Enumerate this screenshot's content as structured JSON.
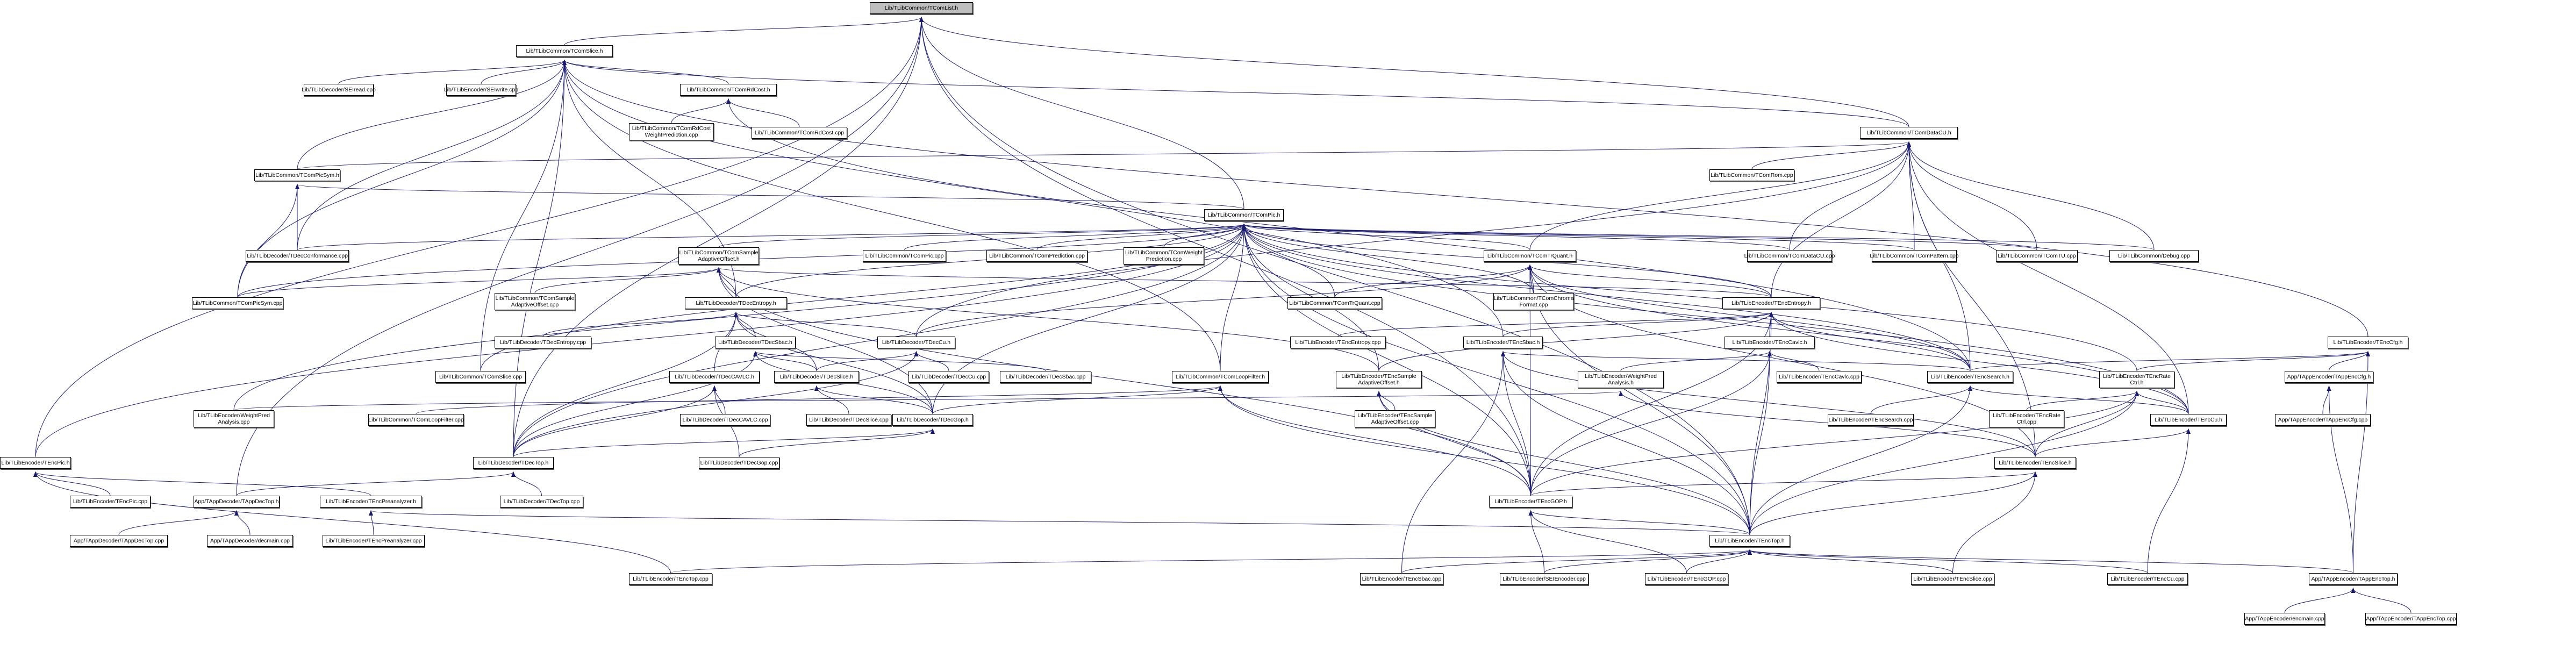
{
  "graph": {
    "type": "include-dependency-graph",
    "root": "Lib/TLibCommon/TComList.h",
    "edge_color": "#191970",
    "nodes": [
      {
        "id": "TComList_h",
        "label": "Lib/TLibCommon/TComList.h",
        "root": true
      },
      {
        "id": "TComSlice_h",
        "label": "Lib/TLibCommon/TComSlice.h"
      },
      {
        "id": "SEIread_cpp",
        "label": "Lib/TLibDecoder/SEIread.cpp"
      },
      {
        "id": "SEIwrite_cpp",
        "label": "Lib/TLibEncoder/SEIwrite.cpp"
      },
      {
        "id": "TComRdCost_h",
        "label": "Lib/TLibCommon/TComRdCost.h"
      },
      {
        "id": "TComRdCostWP_cpp",
        "label": "Lib/TLibCommon/TComRdCost\nWeightPrediction.cpp"
      },
      {
        "id": "TComRdCost_cpp",
        "label": "Lib/TLibCommon/TComRdCost.cpp"
      },
      {
        "id": "TComDataCU_h",
        "label": "Lib/TLibCommon/TComDataCU.h"
      },
      {
        "id": "TComRom_cpp",
        "label": "Lib/TLibCommon/TComRom.cpp"
      },
      {
        "id": "TComPicSym_h",
        "label": "Lib/TLibCommon/TComPicSym.h"
      },
      {
        "id": "TComPic_h",
        "label": "Lib/TLibCommon/TComPic.h"
      },
      {
        "id": "TDecConformance_cpp",
        "label": "Lib/TLibDecoder/TDecConformance.cpp"
      },
      {
        "id": "TComSAO_h",
        "label": "Lib/TLibCommon/TComSample\nAdaptiveOffset.h"
      },
      {
        "id": "TComPic_cpp",
        "label": "Lib/TLibCommon/TComPic.cpp"
      },
      {
        "id": "TComPrediction_cpp",
        "label": "Lib/TLibCommon/TComPrediction.cpp"
      },
      {
        "id": "TComWeightPrediction_cpp",
        "label": "Lib/TLibCommon/TComWeight\nPrediction.cpp"
      },
      {
        "id": "TComTrQuant_h",
        "label": "Lib/TLibCommon/TComTrQuant.h"
      },
      {
        "id": "TComDataCU_cpp",
        "label": "Lib/TLibCommon/TComDataCU.cpp"
      },
      {
        "id": "TComPattern_cpp",
        "label": "Lib/TLibCommon/TComPattern.cpp"
      },
      {
        "id": "TComTU_cpp",
        "label": "Lib/TLibCommon/TComTU.cpp"
      },
      {
        "id": "Debug_cpp",
        "label": "Lib/TLibCommon/Debug.cpp"
      },
      {
        "id": "TComPicSym_cpp",
        "label": "Lib/TLibCommon/TComPicSym.cpp"
      },
      {
        "id": "TComSAO_cpp",
        "label": "Lib/TLibCommon/TComSample\nAdaptiveOffset.cpp"
      },
      {
        "id": "TDecEntropy_h",
        "label": "Lib/TLibDecoder/TDecEntropy.h"
      },
      {
        "id": "TComTrQuant_cpp",
        "label": "Lib/TLibCommon/TComTrQuant.cpp"
      },
      {
        "id": "TComChromaFormat_cpp",
        "label": "Lib/TLibCommon/TComChroma\nFormat.cpp"
      },
      {
        "id": "TEncEntropy_h",
        "label": "Lib/TLibEncoder/TEncEntropy.h"
      },
      {
        "id": "TDecEntropy_cpp",
        "label": "Lib/TLibDecoder/TDecEntropy.cpp"
      },
      {
        "id": "TDecCu_h",
        "label": "Lib/TLibDecoder/TDecCu.h"
      },
      {
        "id": "TEncEntropy_cpp",
        "label": "Lib/TLibEncoder/TEncEntropy.cpp"
      },
      {
        "id": "TEncSbac_h",
        "label": "Lib/TLibEncoder/TEncSbac.h"
      },
      {
        "id": "TEncCavlc_h",
        "label": "Lib/TLibEncoder/TEncCavlc.h"
      },
      {
        "id": "TEncCfg_h",
        "label": "Lib/TLibEncoder/TEncCfg.h"
      },
      {
        "id": "TDecSbac_h",
        "label": "Lib/TLibDecoder/TDecSbac.h"
      },
      {
        "id": "TComSlice_cpp",
        "label": "Lib/TLibCommon/TComSlice.cpp"
      },
      {
        "id": "TDecCu_cpp",
        "label": "Lib/TLibDecoder/TDecCu.cpp"
      },
      {
        "id": "TDecSbac_cpp",
        "label": "Lib/TLibDecoder/TDecSbac.cpp"
      },
      {
        "id": "TEncSAO_h",
        "label": "Lib/TLibEncoder/TEncSample\nAdaptiveOffset.h"
      },
      {
        "id": "TEncWeightPred_h",
        "label": "Lib/TLibEncoder/WeightPred\nAnalysis.h"
      },
      {
        "id": "TEncCavlc_cpp",
        "label": "Lib/TLibEncoder/TEncCavlc.cpp"
      },
      {
        "id": "TEncSearch_h",
        "label": "Lib/TLibEncoder/TEncSearch.h"
      },
      {
        "id": "TEncRateCtrl_h",
        "label": "Lib/TLibEncoder/TEncRate\nCtrl.h"
      },
      {
        "id": "TAppEncCfg_h",
        "label": "App/TAppEncoder/TAppEncCfg.h"
      },
      {
        "id": "TDecCAVLC_h",
        "label": "Lib/TLibDecoder/TDecCAVLC.h"
      },
      {
        "id": "TDecSlice_h",
        "label": "Lib/TLibDecoder/TDecSlice.h"
      },
      {
        "id": "TComLoopFilter_h",
        "label": "Lib/TLibCommon/TComLoopFilter.h"
      },
      {
        "id": "WeightPredAnalysis_cpp",
        "label": "Lib/TLibEncoder/WeightPred\nAnalysis.cpp"
      },
      {
        "id": "TComLoopFilter_cpp",
        "label": "Lib/TLibCommon/TComLoopFilter.cpp"
      },
      {
        "id": "TDecCAVLC_cpp",
        "label": "Lib/TLibDecoder/TDecCAVLC.cpp"
      },
      {
        "id": "TDecSlice_cpp",
        "label": "Lib/TLibDecoder/TDecSlice.cpp"
      },
      {
        "id": "TDecGop_h",
        "label": "Lib/TLibDecoder/TDecGop.h"
      },
      {
        "id": "TEncSAO_cpp",
        "label": "Lib/TLibEncoder/TEncSample\nAdaptiveOffset.cpp"
      },
      {
        "id": "TEncSearch_cpp",
        "label": "Lib/TLibEncoder/TEncSearch.cpp"
      },
      {
        "id": "TEncRateCtrl_cpp",
        "label": "Lib/TLibEncoder/TEncRate\nCtrl.cpp"
      },
      {
        "id": "TEncCu_h",
        "label": "Lib/TLibEncoder/TEncCu.h"
      },
      {
        "id": "TAppEncCfg_cpp",
        "label": "App/TAppEncoder/TAppEncCfg.cpp"
      },
      {
        "id": "TEncPic_h",
        "label": "Lib/TLibEncoder/TEncPic.h"
      },
      {
        "id": "TDecTop_h",
        "label": "Lib/TLibDecoder/TDecTop.h"
      },
      {
        "id": "TDecGop_cpp",
        "label": "Lib/TLibDecoder/TDecGop.cpp"
      },
      {
        "id": "TEncSlice_h",
        "label": "Lib/TLibEncoder/TEncSlice.h"
      },
      {
        "id": "TEncPic_cpp",
        "label": "Lib/TLibEncoder/TEncPic.cpp"
      },
      {
        "id": "TAppDecTop_h",
        "label": "App/TAppDecoder/TAppDecTop.h"
      },
      {
        "id": "TEncPreanalyzer_h",
        "label": "Lib/TLibEncoder/TEncPreanalyzer.h"
      },
      {
        "id": "TDecTop_cpp",
        "label": "Lib/TLibDecoder/TDecTop.cpp"
      },
      {
        "id": "TEncGOP_h",
        "label": "Lib/TLibEncoder/TEncGOP.h"
      },
      {
        "id": "TAppDecTop_cpp",
        "label": "App/TAppDecoder/TAppDecTop.cpp"
      },
      {
        "id": "decmain_cpp",
        "label": "App/TAppDecoder/decmain.cpp"
      },
      {
        "id": "TEncPreanalyzer_cpp",
        "label": "Lib/TLibEncoder/TEncPreanalyzer.cpp"
      },
      {
        "id": "TEncTop_h",
        "label": "Lib/TLibEncoder/TEncTop.h"
      },
      {
        "id": "TEncTop_cpp",
        "label": "Lib/TLibEncoder/TEncTop.cpp"
      },
      {
        "id": "TEncSbac_cpp",
        "label": "Lib/TLibEncoder/TEncSbac.cpp"
      },
      {
        "id": "SEIEncoder_cpp",
        "label": "Lib/TLibEncoder/SEIEncoder.cpp"
      },
      {
        "id": "TEncGOP_cpp",
        "label": "Lib/TLibEncoder/TEncGOP.cpp"
      },
      {
        "id": "TEncSlice_cpp",
        "label": "Lib/TLibEncoder/TEncSlice.cpp"
      },
      {
        "id": "TEncCu_cpp",
        "label": "Lib/TLibEncoder/TEncCu.cpp"
      },
      {
        "id": "TAppEncTop_h",
        "label": "App/TAppEncoder/TAppEncTop.h"
      },
      {
        "id": "encmain_cpp",
        "label": "App/TAppEncoder/encmain.cpp"
      },
      {
        "id": "TAppEncTop_cpp",
        "label": "App/TAppEncoder/TAppEncTop.cpp"
      }
    ],
    "edges": [
      [
        "TComSlice_h",
        "TComList_h"
      ],
      [
        "TComPic_h",
        "TComList_h"
      ],
      [
        "TEncTop_h",
        "TComList_h"
      ],
      [
        "TDecTop_h",
        "TComList_h"
      ],
      [
        "TComDataCU_h",
        "TComList_h"
      ],
      [
        "TEncGOP_h",
        "TComList_h"
      ],
      [
        "TAppDecTop_h",
        "TComList_h"
      ],
      [
        "TEncPic_h",
        "TComList_h"
      ],
      [
        "SEIread_cpp",
        "TComSlice_h"
      ],
      [
        "SEIwrite_cpp",
        "TComSlice_h"
      ],
      [
        "TComRdCost_h",
        "TComSlice_h"
      ],
      [
        "TComDataCU_h",
        "TComSlice_h"
      ],
      [
        "TComPicSym_h",
        "TComSlice_h"
      ],
      [
        "TDecConformance_cpp",
        "TComSlice_h"
      ],
      [
        "TComPicSym_cpp",
        "TComSlice_h"
      ],
      [
        "TComSlice_cpp",
        "TComSlice_h"
      ],
      [
        "TDecEntropy_h",
        "TComSlice_h"
      ],
      [
        "TEncCfg_h",
        "TComSlice_h"
      ],
      [
        "TDecTop_h",
        "TComSlice_h"
      ],
      [
        "TEncSbac_h",
        "TComSlice_h"
      ],
      [
        "TComLoopFilter_h",
        "TComSlice_h"
      ],
      [
        "TComRdCostWP_cpp",
        "TComRdCost_h"
      ],
      [
        "TComRdCost_cpp",
        "TComRdCost_h"
      ],
      [
        "TEncSearch_h",
        "TComRdCost_h"
      ],
      [
        "TComRom_cpp",
        "TComDataCU_h"
      ],
      [
        "TComPicSym_h",
        "TComDataCU_h"
      ],
      [
        "TComTrQuant_h",
        "TComDataCU_h"
      ],
      [
        "TComDataCU_cpp",
        "TComDataCU_h"
      ],
      [
        "TComPattern_cpp",
        "TComDataCU_h"
      ],
      [
        "TComTU_cpp",
        "TComDataCU_h"
      ],
      [
        "Debug_cpp",
        "TComDataCU_h"
      ],
      [
        "TEncEntropy_h",
        "TComDataCU_h"
      ],
      [
        "TDecCu_h",
        "TComDataCU_h"
      ],
      [
        "TEncSearch_h",
        "TComDataCU_h"
      ],
      [
        "TEncCu_h",
        "TComDataCU_h"
      ],
      [
        "TEncSlice_h",
        "TComDataCU_h"
      ],
      [
        "TComPic_h",
        "TComPicSym_h"
      ],
      [
        "TDecConformance_cpp",
        "TComPicSym_h"
      ],
      [
        "TComPicSym_cpp",
        "TComPicSym_h"
      ],
      [
        "TDecConformance_cpp",
        "TComPic_h"
      ],
      [
        "TComSAO_h",
        "TComPic_h"
      ],
      [
        "TComPic_cpp",
        "TComPic_h"
      ],
      [
        "TComPrediction_cpp",
        "TComPic_h"
      ],
      [
        "TComWeightPrediction_cpp",
        "TComPic_h"
      ],
      [
        "TComTrQuant_h",
        "TComPic_h"
      ],
      [
        "TComDataCU_cpp",
        "TComPic_h"
      ],
      [
        "TComPattern_cpp",
        "TComPic_h"
      ],
      [
        "TComTU_cpp",
        "TComPic_h"
      ],
      [
        "Debug_cpp",
        "TComPic_h"
      ],
      [
        "TComPicSym_cpp",
        "TComPic_h"
      ],
      [
        "TDecEntropy_h",
        "TComPic_h"
      ],
      [
        "TComTrQuant_cpp",
        "TComPic_h"
      ],
      [
        "TComChromaFormat_cpp",
        "TComPic_h"
      ],
      [
        "TEncEntropy_h",
        "TComPic_h"
      ],
      [
        "TComSlice_cpp",
        "TComPic_h"
      ],
      [
        "TEncSAO_h",
        "TComPic_h"
      ],
      [
        "TComLoopFilter_h",
        "TComPic_h"
      ],
      [
        "TDecGop_h",
        "TComPic_h"
      ],
      [
        "TEncGOP_h",
        "TComPic_h"
      ],
      [
        "TEncSearch_h",
        "TComPic_h"
      ],
      [
        "TEncCu_h",
        "TComPic_h"
      ],
      [
        "TEncPic_h",
        "TComPic_h"
      ],
      [
        "TEncRateCtrl_h",
        "TComPic_h"
      ],
      [
        "TEncTop_h",
        "TComPic_h"
      ],
      [
        "WeightPredAnalysis_cpp",
        "TComPic_h"
      ],
      [
        "TDecTop_h",
        "TComPic_h"
      ],
      [
        "TComPicSym_cpp",
        "TComSAO_h"
      ],
      [
        "TComSAO_cpp",
        "TComSAO_h"
      ],
      [
        "TDecEntropy_h",
        "TComSAO_h"
      ],
      [
        "TEncSAO_h",
        "TComSAO_h"
      ],
      [
        "TEncEntropy_h",
        "TComSAO_h"
      ],
      [
        "TDecGop_h",
        "TComSAO_h"
      ],
      [
        "TEncGOP_h",
        "TComSAO_h"
      ],
      [
        "TComTrQuant_cpp",
        "TComTrQuant_h"
      ],
      [
        "TComChromaFormat_cpp",
        "TComTrQuant_h"
      ],
      [
        "TEncEntropy_h",
        "TComTrQuant_h"
      ],
      [
        "TDecCu_h",
        "TComTrQuant_h"
      ],
      [
        "TEncSearch_h",
        "TComTrQuant_h"
      ],
      [
        "TEncCu_h",
        "TComTrQuant_h"
      ],
      [
        "TEncSlice_h",
        "TComTrQuant_h"
      ],
      [
        "TEncTop_h",
        "TComTrQuant_h"
      ],
      [
        "TEncGOP_h",
        "TComTrQuant_h"
      ],
      [
        "TDecEntropy_cpp",
        "TDecEntropy_h"
      ],
      [
        "TDecCu_h",
        "TDecEntropy_h"
      ],
      [
        "TDecSbac_h",
        "TDecEntropy_h"
      ],
      [
        "TDecCAVLC_h",
        "TDecEntropy_h"
      ],
      [
        "TDecSlice_h",
        "TDecEntropy_h"
      ],
      [
        "TDecTop_h",
        "TDecEntropy_h"
      ],
      [
        "TDecGop_h",
        "TDecEntropy_h"
      ],
      [
        "TEncEntropy_cpp",
        "TEncEntropy_h"
      ],
      [
        "TEncSbac_h",
        "TEncEntropy_h"
      ],
      [
        "TEncCavlc_h",
        "TEncEntropy_h"
      ],
      [
        "TEncSAO_h",
        "TEncEntropy_h"
      ],
      [
        "TEncSearch_h",
        "TEncEntropy_h"
      ],
      [
        "TEncGOP_h",
        "TEncEntropy_h"
      ],
      [
        "TEncTop_h",
        "TEncEntropy_h"
      ],
      [
        "TEncCu_h",
        "TEncEntropy_h"
      ],
      [
        "TDecCu_cpp",
        "TDecCu_h"
      ],
      [
        "TDecSlice_h",
        "TDecCu_h"
      ],
      [
        "TDecTop_h",
        "TDecCu_h"
      ],
      [
        "TDecSbac_cpp",
        "TDecSbac_h"
      ],
      [
        "TDecSlice_h",
        "TDecSbac_h"
      ],
      [
        "TDecGop_h",
        "TDecSbac_h"
      ],
      [
        "TDecTop_h",
        "TDecSbac_h"
      ],
      [
        "TEncSbac_cpp",
        "TEncSbac_h"
      ],
      [
        "TEncSearch_h",
        "TEncSbac_h"
      ],
      [
        "TEncGOP_h",
        "TEncSbac_h"
      ],
      [
        "TEncTop_h",
        "TEncSbac_h"
      ],
      [
        "TEncSlice_h",
        "TEncSbac_h"
      ],
      [
        "TEncCavlc_cpp",
        "TEncCavlc_h"
      ],
      [
        "TEncWeightPred_h",
        "TEncCavlc_h"
      ],
      [
        "TEncGOP_h",
        "TEncCavlc_h"
      ],
      [
        "TEncTop_h",
        "TEncCavlc_h"
      ],
      [
        "TDecCAVLC_cpp",
        "TDecCAVLC_h"
      ],
      [
        "TDecTop_h",
        "TDecCAVLC_h"
      ],
      [
        "TDecGop_cpp",
        "TDecCAVLC_h"
      ],
      [
        "TDecSlice_cpp",
        "TDecSlice_h"
      ],
      [
        "TDecGop_h",
        "TDecSlice_h"
      ],
      [
        "TComLoopFilter_cpp",
        "TComLoopFilter_h"
      ],
      [
        "TDecGop_h",
        "TComLoopFilter_h"
      ],
      [
        "TEncGOP_h",
        "TComLoopFilter_h"
      ],
      [
        "TEncTop_h",
        "TComLoopFilter_h"
      ],
      [
        "TEncSAO_cpp",
        "TEncSAO_h"
      ],
      [
        "TEncGOP_h",
        "TEncSAO_h"
      ],
      [
        "TEncTop_h",
        "TEncSAO_h"
      ],
      [
        "WeightPredAnalysis_cpp",
        "TEncWeightPred_h"
      ],
      [
        "TEncSlice_h",
        "TEncWeightPred_h"
      ],
      [
        "TEncSearch_cpp",
        "TEncSearch_h"
      ],
      [
        "TEncCu_h",
        "TEncSearch_h"
      ],
      [
        "TEncTop_h",
        "TEncSearch_h"
      ],
      [
        "TEncRateCtrl_cpp",
        "TEncRateCtrl_h"
      ],
      [
        "TEncCu_h",
        "TEncRateCtrl_h"
      ],
      [
        "TEncSlice_h",
        "TEncRateCtrl_h"
      ],
      [
        "TEncGOP_h",
        "TEncRateCtrl_h"
      ],
      [
        "TEncTop_h",
        "TEncRateCtrl_h"
      ],
      [
        "TAppEncCfg_h",
        "TEncCfg_h"
      ],
      [
        "TEncSearch_h",
        "TEncCfg_h"
      ],
      [
        "TEncRateCtrl_h",
        "TEncCfg_h"
      ],
      [
        "TAppEncTop_h",
        "TEncCfg_h"
      ],
      [
        "TAppEncCfg_cpp",
        "TAppEncCfg_h"
      ],
      [
        "TAppEncTop_h",
        "TAppEncCfg_h"
      ],
      [
        "TDecGop_cpp",
        "TDecGop_h"
      ],
      [
        "TDecTop_h",
        "TDecGop_h"
      ],
      [
        "TEncCu_cpp",
        "TEncCu_h"
      ],
      [
        "TEncSlice_h",
        "TEncCu_h"
      ],
      [
        "TEncPic_cpp",
        "TEncPic_h"
      ],
      [
        "TEncPreanalyzer_h",
        "TEncPic_h"
      ],
      [
        "TEncTop_cpp",
        "TEncPic_h"
      ],
      [
        "TAppDecTop_h",
        "TDecTop_h"
      ],
      [
        "TDecTop_cpp",
        "TDecTop_h"
      ],
      [
        "TEncGOP_h",
        "TEncSlice_h"
      ],
      [
        "TEncTop_h",
        "TEncSlice_h"
      ],
      [
        "TEncSlice_cpp",
        "TEncSlice_h"
      ],
      [
        "TAppDecTop_cpp",
        "TAppDecTop_h"
      ],
      [
        "decmain_cpp",
        "TAppDecTop_h"
      ],
      [
        "TEncPreanalyzer_cpp",
        "TEncPreanalyzer_h"
      ],
      [
        "TEncTop_h",
        "TEncPreanalyzer_h"
      ],
      [
        "TEncTop_h",
        "TEncGOP_h"
      ],
      [
        "SEIEncoder_cpp",
        "TEncGOP_h"
      ],
      [
        "TEncGOP_cpp",
        "TEncGOP_h"
      ],
      [
        "TEncTop_cpp",
        "TEncTop_h"
      ],
      [
        "TEncSbac_cpp",
        "TEncTop_h"
      ],
      [
        "SEIEncoder_cpp",
        "TEncTop_h"
      ],
      [
        "TEncGOP_cpp",
        "TEncTop_h"
      ],
      [
        "TEncSlice_cpp",
        "TEncTop_h"
      ],
      [
        "TEncCu_cpp",
        "TEncTop_h"
      ],
      [
        "TAppEncTop_h",
        "TEncTop_h"
      ],
      [
        "encmain_cpp",
        "TAppEncTop_h"
      ],
      [
        "TAppEncTop_cpp",
        "TAppEncTop_h"
      ]
    ]
  }
}
